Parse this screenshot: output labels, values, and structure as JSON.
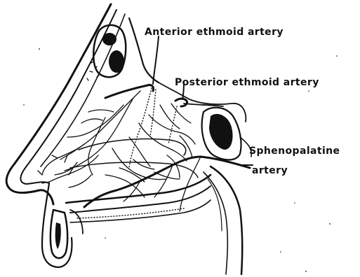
{
  "labels": {
    "anterior_ethmoid": "Anterior ethmoid artery",
    "posterior_ethmoid": "Posterior ethmoid artery",
    "sphenopalatine_line1": "Sphenopalatine",
    "sphenopalatine_line2": "artery"
  },
  "colors": {
    "ink": "#111111",
    "background": "#ffffff"
  }
}
